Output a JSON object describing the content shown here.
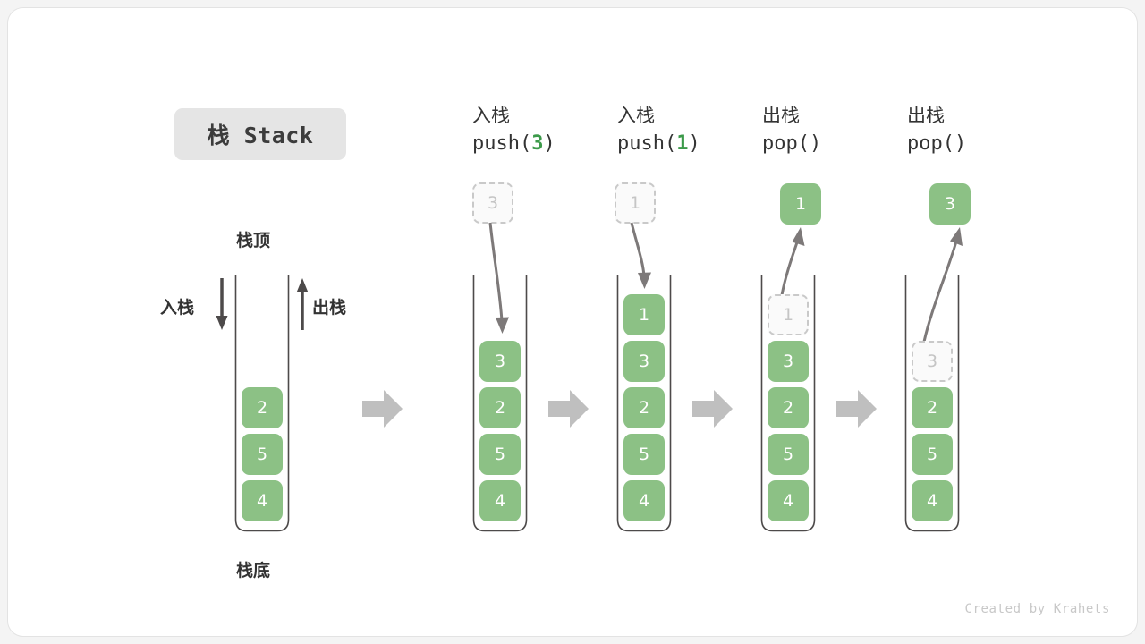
{
  "title": {
    "badge": "栈 Stack"
  },
  "legend": {
    "top_label": "栈顶",
    "bottom_label": "栈底",
    "push_label": "入栈",
    "pop_label": "出栈"
  },
  "colors": {
    "element_green": "#8cc185",
    "ghost_fill": "#fafafa",
    "ghost_border": "#c9c9c9",
    "ghost_text": "#c5c5c5",
    "arrow_gray": "#bfbfbf",
    "motion_gray": "#6e6a6a",
    "text_dark": "#333333",
    "badge_bg": "#e5e5e5",
    "code_arg_green": "#3c9a4a"
  },
  "columns": [
    {
      "id": "initial",
      "head_cn": "",
      "head_code": "",
      "code_arg": "",
      "items": [
        "2",
        "5",
        "4"
      ],
      "ghost_index": -1,
      "float_box": null,
      "float_kind": ""
    },
    {
      "id": "push-3",
      "head_cn": "入栈",
      "head_code_prefix": "push(",
      "code_arg": "3",
      "head_code_suffix": ")",
      "items": [
        "3",
        "2",
        "5",
        "4"
      ],
      "ghost_index": -1,
      "float_box": "3",
      "float_kind": "ghost"
    },
    {
      "id": "push-1",
      "head_cn": "入栈",
      "head_code_prefix": "push(",
      "code_arg": "1",
      "head_code_suffix": ")",
      "items": [
        "1",
        "3",
        "2",
        "5",
        "4"
      ],
      "ghost_index": -1,
      "float_box": "1",
      "float_kind": "ghost"
    },
    {
      "id": "pop-1",
      "head_cn": "出栈",
      "head_code_prefix": "pop(",
      "code_arg": "",
      "head_code_suffix": ")",
      "items": [
        "1",
        "3",
        "2",
        "5",
        "4"
      ],
      "ghost_index": 0,
      "float_box": "1",
      "float_kind": "filled"
    },
    {
      "id": "pop-3",
      "head_cn": "出栈",
      "head_code_prefix": "pop(",
      "code_arg": "",
      "head_code_suffix": ")",
      "items": [
        "3",
        "2",
        "5",
        "4"
      ],
      "ghost_index": 0,
      "float_box": "3",
      "float_kind": "filled"
    }
  ],
  "footer": {
    "credit": "Created by Krahets"
  }
}
